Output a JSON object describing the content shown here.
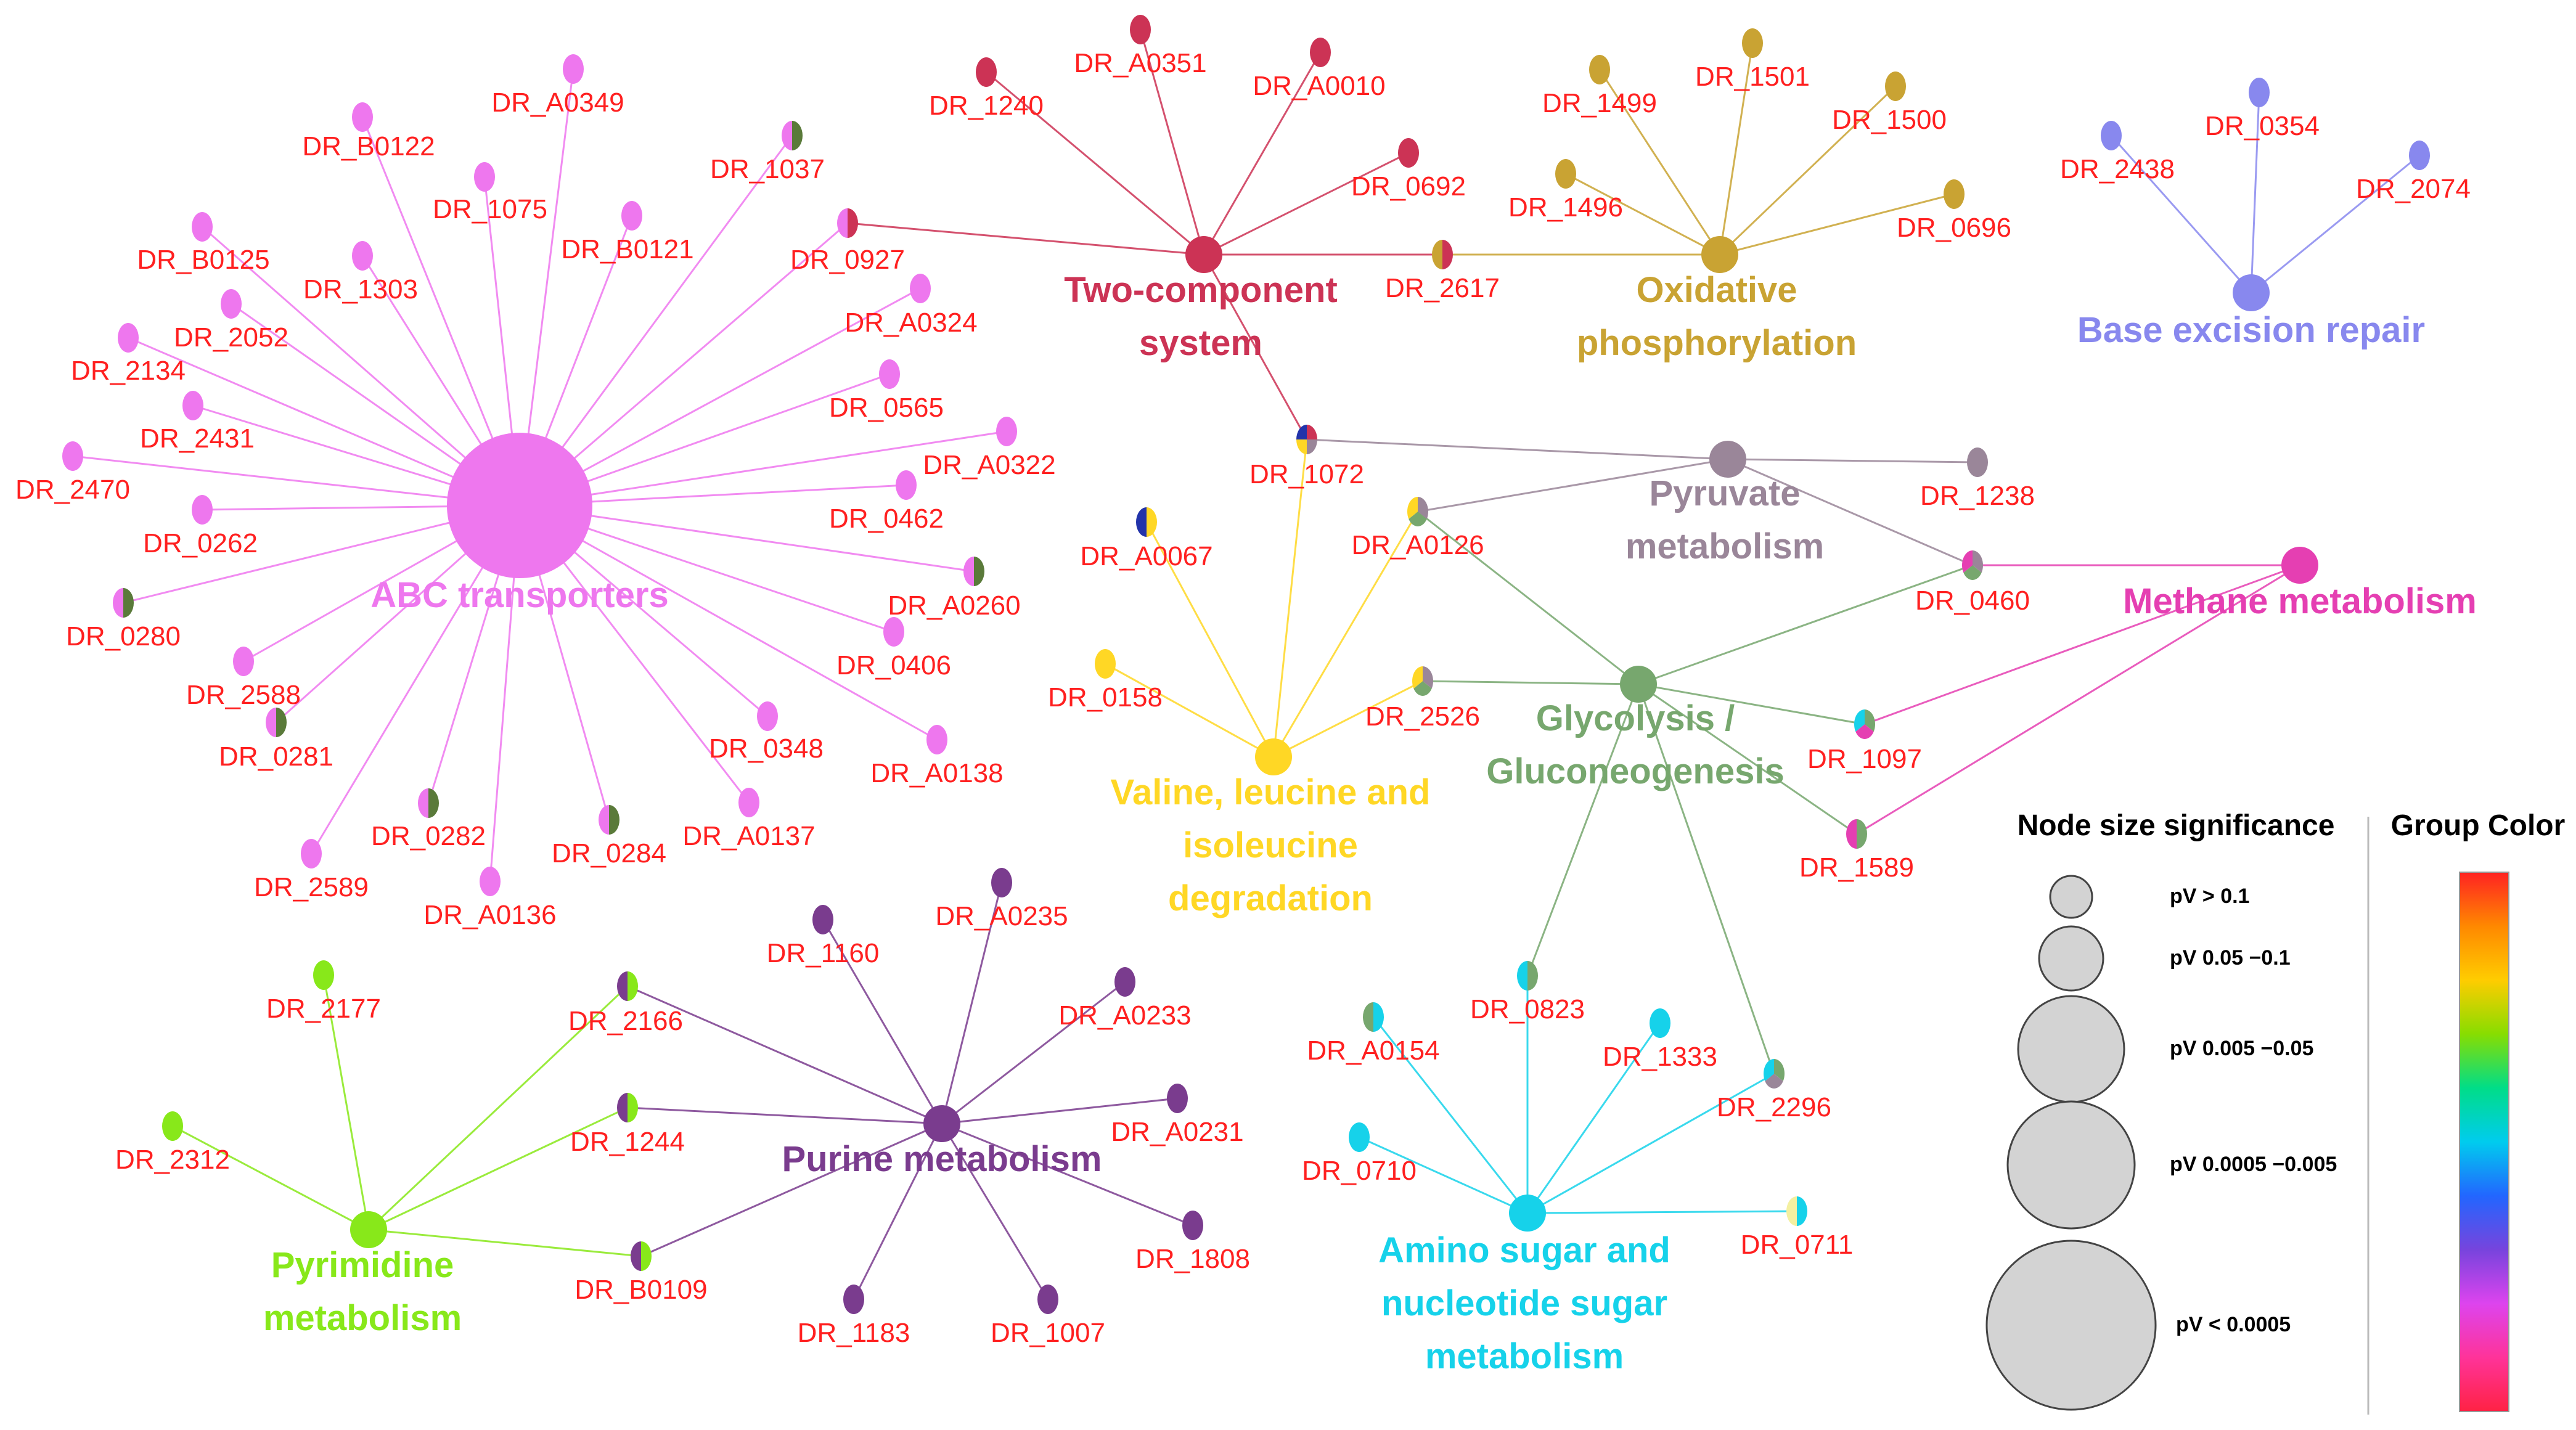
{
  "terms": [
    {
      "id": "abc",
      "lines": [
        "ABC transporters"
      ],
      "color": "#ee77ee"
    },
    {
      "id": "tcs",
      "lines": [
        "Two-component",
        "system"
      ],
      "color": "#cc3355"
    },
    {
      "id": "oxp",
      "lines": [
        "Oxidative",
        "phosphorylation"
      ],
      "color": "#c9a333"
    },
    {
      "id": "ber",
      "lines": [
        "Base excision repair"
      ],
      "color": "#8888ee"
    },
    {
      "id": "pyr",
      "lines": [
        "Pyruvate",
        "metabolism"
      ],
      "color": "#9a8699"
    },
    {
      "id": "met",
      "lines": [
        "Methane metabolism"
      ],
      "color": "#e53fb2"
    },
    {
      "id": "gly",
      "lines": [
        "Glycolysis /",
        "Gluconeogenesis"
      ],
      "color": "#77a76e"
    },
    {
      "id": "val",
      "lines": [
        "Valine, leucine and",
        "isoleucine",
        "degradation"
      ],
      "color": "#ffd725"
    },
    {
      "id": "pur",
      "lines": [
        "Purine metabolism"
      ],
      "color": "#7a3c8e"
    },
    {
      "id": "pym",
      "lines": [
        "Pyrimidine",
        "metabolism"
      ],
      "color": "#88e81a"
    },
    {
      "id": "amn",
      "lines": [
        "Amino sugar and",
        "nucleotide sugar",
        "metabolism"
      ],
      "color": "#16d2ea"
    }
  ],
  "genes": [
    {
      "label": "DR_A0349",
      "colors": [
        "#ee77ee"
      ]
    },
    {
      "label": "DR_B0122",
      "colors": [
        "#ee77ee"
      ]
    },
    {
      "label": "DR_1075",
      "colors": [
        "#ee77ee"
      ]
    },
    {
      "label": "DR_B0121",
      "colors": [
        "#ee77ee"
      ]
    },
    {
      "label": "DR_1037",
      "colors": [
        "#5a7a3a",
        "#ee77ee"
      ]
    },
    {
      "label": "DR_B0125",
      "colors": [
        "#ee77ee"
      ]
    },
    {
      "label": "DR_1303",
      "colors": [
        "#ee77ee"
      ]
    },
    {
      "label": "DR_0927",
      "colors": [
        "#cc3355",
        "#ee77ee"
      ]
    },
    {
      "label": "DR_2052",
      "colors": [
        "#ee77ee"
      ]
    },
    {
      "label": "DR_A0324",
      "colors": [
        "#ee77ee"
      ]
    },
    {
      "label": "DR_2134",
      "colors": [
        "#ee77ee"
      ]
    },
    {
      "label": "DR_0565",
      "colors": [
        "#ee77ee"
      ]
    },
    {
      "label": "DR_2431",
      "colors": [
        "#ee77ee"
      ]
    },
    {
      "label": "DR_A0322",
      "colors": [
        "#ee77ee"
      ]
    },
    {
      "label": "DR_2470",
      "colors": [
        "#ee77ee"
      ]
    },
    {
      "label": "DR_0462",
      "colors": [
        "#ee77ee"
      ]
    },
    {
      "label": "DR_0262",
      "colors": [
        "#ee77ee"
      ]
    },
    {
      "label": "DR_A0260",
      "colors": [
        "#5a7a3a",
        "#ee77ee"
      ]
    },
    {
      "label": "DR_0280",
      "colors": [
        "#5a7a3a",
        "#ee77ee"
      ]
    },
    {
      "label": "DR_0406",
      "colors": [
        "#ee77ee"
      ]
    },
    {
      "label": "DR_2588",
      "colors": [
        "#ee77ee"
      ]
    },
    {
      "label": "DR_0281",
      "colors": [
        "#5a7a3a",
        "#ee77ee"
      ]
    },
    {
      "label": "DR_0348",
      "colors": [
        "#ee77ee"
      ]
    },
    {
      "label": "DR_A0138",
      "colors": [
        "#ee77ee"
      ]
    },
    {
      "label": "DR_0282",
      "colors": [
        "#5a7a3a",
        "#ee77ee"
      ]
    },
    {
      "label": "DR_0284",
      "colors": [
        "#5a7a3a",
        "#ee77ee"
      ]
    },
    {
      "label": "DR_A0137",
      "colors": [
        "#ee77ee"
      ]
    },
    {
      "label": "DR_2589",
      "colors": [
        "#ee77ee"
      ]
    },
    {
      "label": "DR_A0136",
      "colors": [
        "#ee77ee"
      ]
    },
    {
      "label": "DR_A0351",
      "colors": [
        "#cc3355"
      ]
    },
    {
      "label": "DR_A0010",
      "colors": [
        "#cc3355"
      ]
    },
    {
      "label": "DR_1240",
      "colors": [
        "#cc3355"
      ]
    },
    {
      "label": "DR_0692",
      "colors": [
        "#cc3355"
      ]
    },
    {
      "label": "DR_2617",
      "colors": [
        "#cc3355",
        "#c9a333"
      ]
    },
    {
      "label": "DR_1499",
      "colors": [
        "#c9a333"
      ]
    },
    {
      "label": "DR_1501",
      "colors": [
        "#c9a333"
      ]
    },
    {
      "label": "DR_1500",
      "colors": [
        "#c9a333"
      ]
    },
    {
      "label": "DR_1496",
      "colors": [
        "#c9a333"
      ]
    },
    {
      "label": "DR_0696",
      "colors": [
        "#c9a333"
      ]
    },
    {
      "label": "DR_0354",
      "colors": [
        "#8888ee"
      ]
    },
    {
      "label": "DR_2438",
      "colors": [
        "#8888ee"
      ]
    },
    {
      "label": "DR_2074",
      "colors": [
        "#8888ee"
      ]
    },
    {
      "label": "DR_1072",
      "colors": [
        "#cc3355",
        "#9a8699",
        "#ffd725",
        "#2233aa"
      ]
    },
    {
      "label": "DR_1238",
      "colors": [
        "#9a8699"
      ]
    },
    {
      "label": "DR_A0067",
      "colors": [
        "#ffd725",
        "#2233aa"
      ]
    },
    {
      "label": "DR_A0126",
      "colors": [
        "#9a8699",
        "#77a76e",
        "#ffd725"
      ]
    },
    {
      "label": "DR_0460",
      "colors": [
        "#9a8699",
        "#77a76e",
        "#e53fb2"
      ]
    },
    {
      "label": "DR_0158",
      "colors": [
        "#ffd725"
      ]
    },
    {
      "label": "DR_2526",
      "colors": [
        "#9a8699",
        "#77a76e",
        "#ffd725"
      ]
    },
    {
      "label": "DR_1097",
      "colors": [
        "#77a76e",
        "#e53fb2",
        "#16d2ea"
      ]
    },
    {
      "label": "DR_1589",
      "colors": [
        "#77a76e",
        "#e53fb2"
      ]
    },
    {
      "label": "DR_1160",
      "colors": [
        "#7a3c8e"
      ]
    },
    {
      "label": "DR_A0235",
      "colors": [
        "#7a3c8e"
      ]
    },
    {
      "label": "DR_A0233",
      "colors": [
        "#7a3c8e"
      ]
    },
    {
      "label": "DR_A0231",
      "colors": [
        "#7a3c8e"
      ]
    },
    {
      "label": "DR_1808",
      "colors": [
        "#7a3c8e"
      ]
    },
    {
      "label": "DR_1007",
      "colors": [
        "#7a3c8e"
      ]
    },
    {
      "label": "DR_1183",
      "colors": [
        "#7a3c8e"
      ]
    },
    {
      "label": "DR_2177",
      "colors": [
        "#88e81a"
      ]
    },
    {
      "label": "DR_2166",
      "colors": [
        "#88e81a",
        "#7a3c8e"
      ]
    },
    {
      "label": "DR_1244",
      "colors": [
        "#88e81a",
        "#7a3c8e"
      ]
    },
    {
      "label": "DR_2312",
      "colors": [
        "#88e81a"
      ]
    },
    {
      "label": "DR_B0109",
      "colors": [
        "#88e81a",
        "#7a3c8e"
      ]
    },
    {
      "label": "DR_0823",
      "colors": [
        "#77a76e",
        "#16d2ea"
      ]
    },
    {
      "label": "DR_A0154",
      "colors": [
        "#16d2ea",
        "#77a76e"
      ]
    },
    {
      "label": "DR_1333",
      "colors": [
        "#16d2ea"
      ]
    },
    {
      "label": "DR_2296",
      "colors": [
        "#77a76e",
        "#9a8699",
        "#16d2ea"
      ]
    },
    {
      "label": "DR_0710",
      "colors": [
        "#16d2ea"
      ]
    },
    {
      "label": "DR_0711",
      "colors": [
        "#16d2ea",
        "#f4f0a0"
      ]
    }
  ],
  "legend": {
    "size_title": "Node size significance",
    "color_title": "Group Color",
    "size_labels": [
      "pV  > 0.1",
      "pV 0.05 −0.1",
      "pV 0.005 −0.05",
      "pV 0.0005 −0.005",
      "pV  < 0.0005"
    ],
    "gradient_colors": [
      "#ff2222",
      "#ff8800",
      "#ffcc00",
      "#88dd00",
      "#00dd88",
      "#00ccee",
      "#2266ff",
      "#7744dd",
      "#dd44ee",
      "#ff3399",
      "#ff2244"
    ]
  }
}
